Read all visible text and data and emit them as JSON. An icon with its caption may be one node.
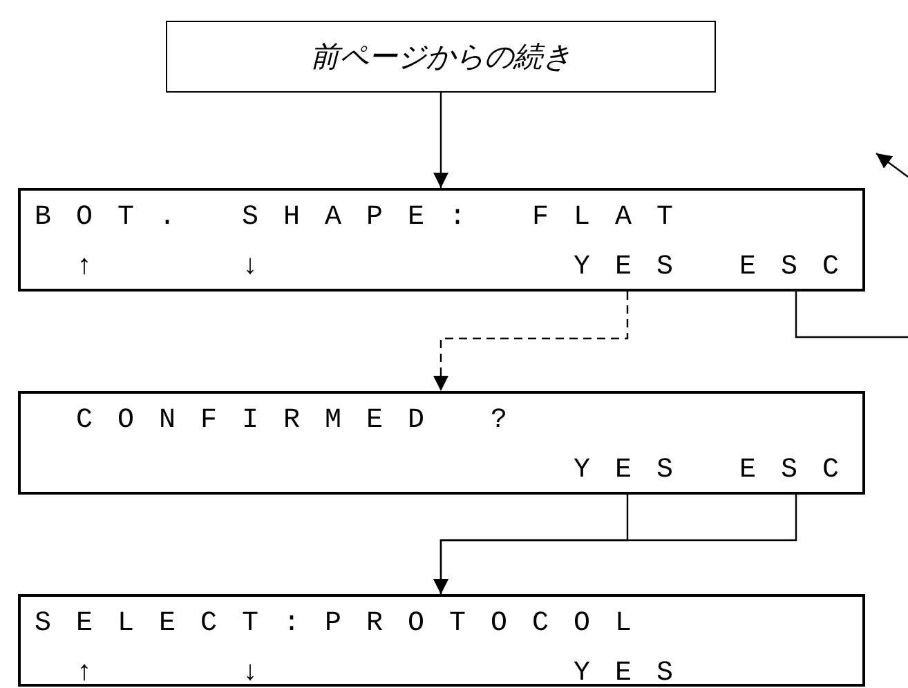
{
  "diagram": {
    "nodes": [
      {
        "text": [
          "前ページからの続き"
        ]
      },
      {
        "text": [
          "BOT. SHAPE: FLAT",
          "↑",
          "↓",
          "YES",
          "ESC"
        ]
      },
      {
        "text": [
          "CONFIRMED ?",
          "YES",
          "ESC"
        ]
      },
      {
        "text": [
          "SELECT:PROTOCOL",
          "↑",
          "↓",
          "YES"
        ]
      }
    ],
    "edges": [
      {
        "from": 0,
        "to": 1,
        "arrow": "to"
      },
      {
        "from": 1,
        "to": 2,
        "arrow": "to",
        "style": "dashed"
      },
      {
        "from": 1,
        "to": null,
        "arrow": "none"
      },
      {
        "from": 2,
        "to": 3,
        "arrow": "to"
      },
      {
        "from": 2,
        "to": 3,
        "arrow": "to"
      }
    ]
  }
}
